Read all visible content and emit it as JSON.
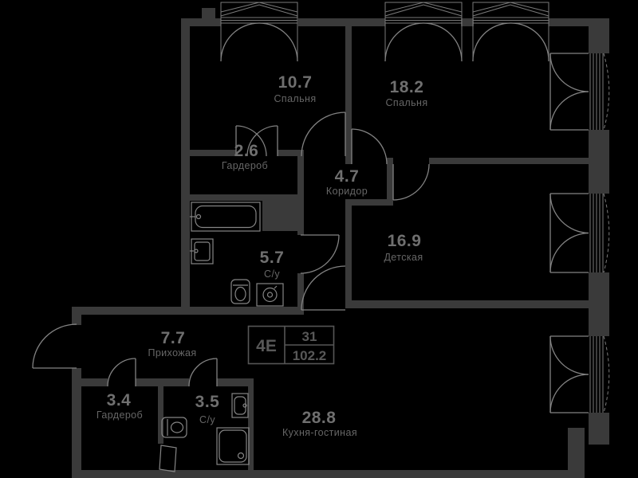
{
  "plan": {
    "title": "apartment-floor-plan",
    "background_color": "#000000",
    "wall_color": "#3a3a3a",
    "line_color": "#828282",
    "label_color": "#6f6f6f",
    "rooms": [
      {
        "id": "bedroom-1",
        "area": "10.7",
        "name": "Спальня"
      },
      {
        "id": "bedroom-2",
        "area": "18.2",
        "name": "Спальня"
      },
      {
        "id": "wardrobe-upper",
        "area": "2.6",
        "name": "Гардероб"
      },
      {
        "id": "corridor",
        "area": "4.7",
        "name": "Коридор"
      },
      {
        "id": "children-room",
        "area": "16.9",
        "name": "Детская"
      },
      {
        "id": "bathroom-big",
        "area": "5.7",
        "name": "С/у"
      },
      {
        "id": "hallway",
        "area": "7.7",
        "name": "Прихожая"
      },
      {
        "id": "wardrobe-lower",
        "area": "3.4",
        "name": "Гардероб"
      },
      {
        "id": "bathroom-small",
        "area": "3.5",
        "name": "С/у"
      },
      {
        "id": "kitchen-living",
        "area": "28.8",
        "name": "Кухня-гостиная"
      }
    ],
    "info_box": {
      "unit_type": "4E",
      "unit_number": "31",
      "total_area": "102.2"
    }
  }
}
